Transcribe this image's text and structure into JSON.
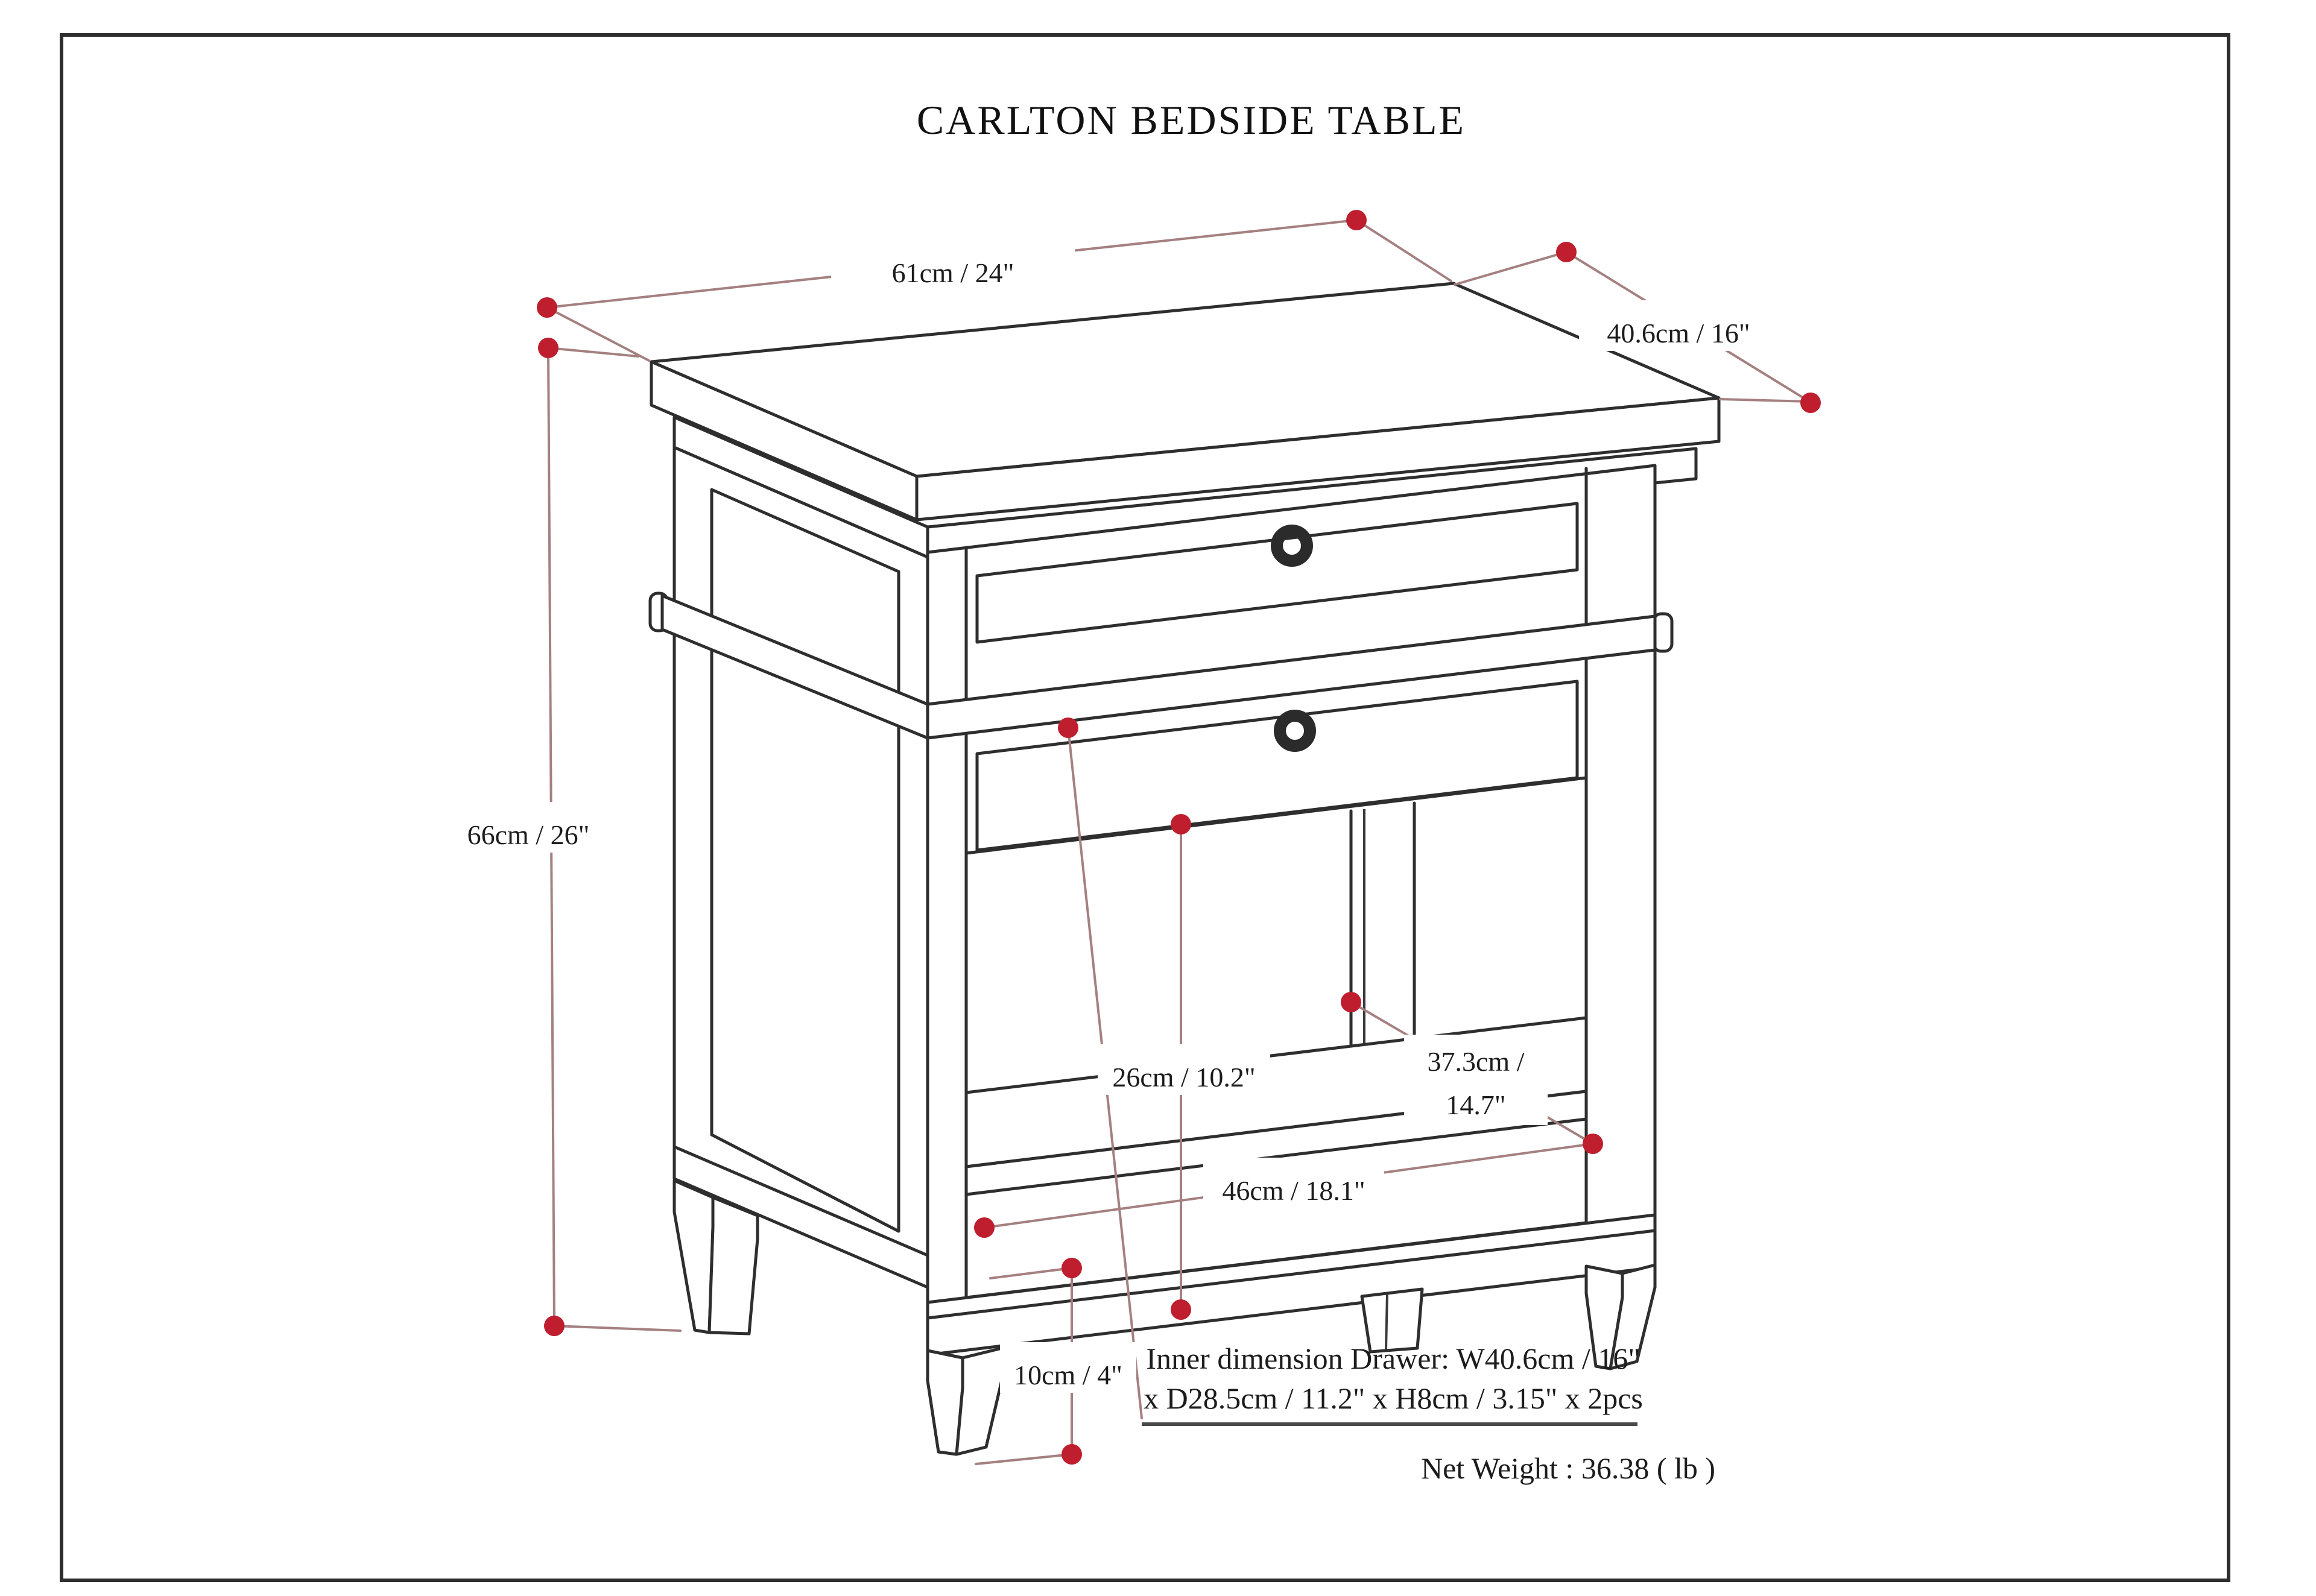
{
  "title": "CARLTON BEDSIDE TABLE",
  "diagram": {
    "labels": {
      "width": "61cm / 24\"",
      "depth": "40.6cm / 16\"",
      "height": "66cm / 26\"",
      "opening_height": "26cm / 10.2\"",
      "shelf_depth_line1": "37.3cm /",
      "shelf_depth_line2": "14.7\"",
      "shelf_width": "46cm / 18.1\"",
      "leg_height": "10cm / 4\""
    },
    "notes": {
      "inner_drawer_line1": "Inner dimension Drawer: W40.6cm / 16\"",
      "inner_drawer_line2": "x D28.5cm / 11.2\" x H8cm / 3.15\" x 2pcs",
      "net_weight": "Net Weight : 36.38 ( lb )"
    },
    "colors": {
      "line": "#2e2e2e",
      "dimension_line": "#a58080",
      "dimension_point": "#be1e2d",
      "text": "#1c1c1c"
    }
  }
}
